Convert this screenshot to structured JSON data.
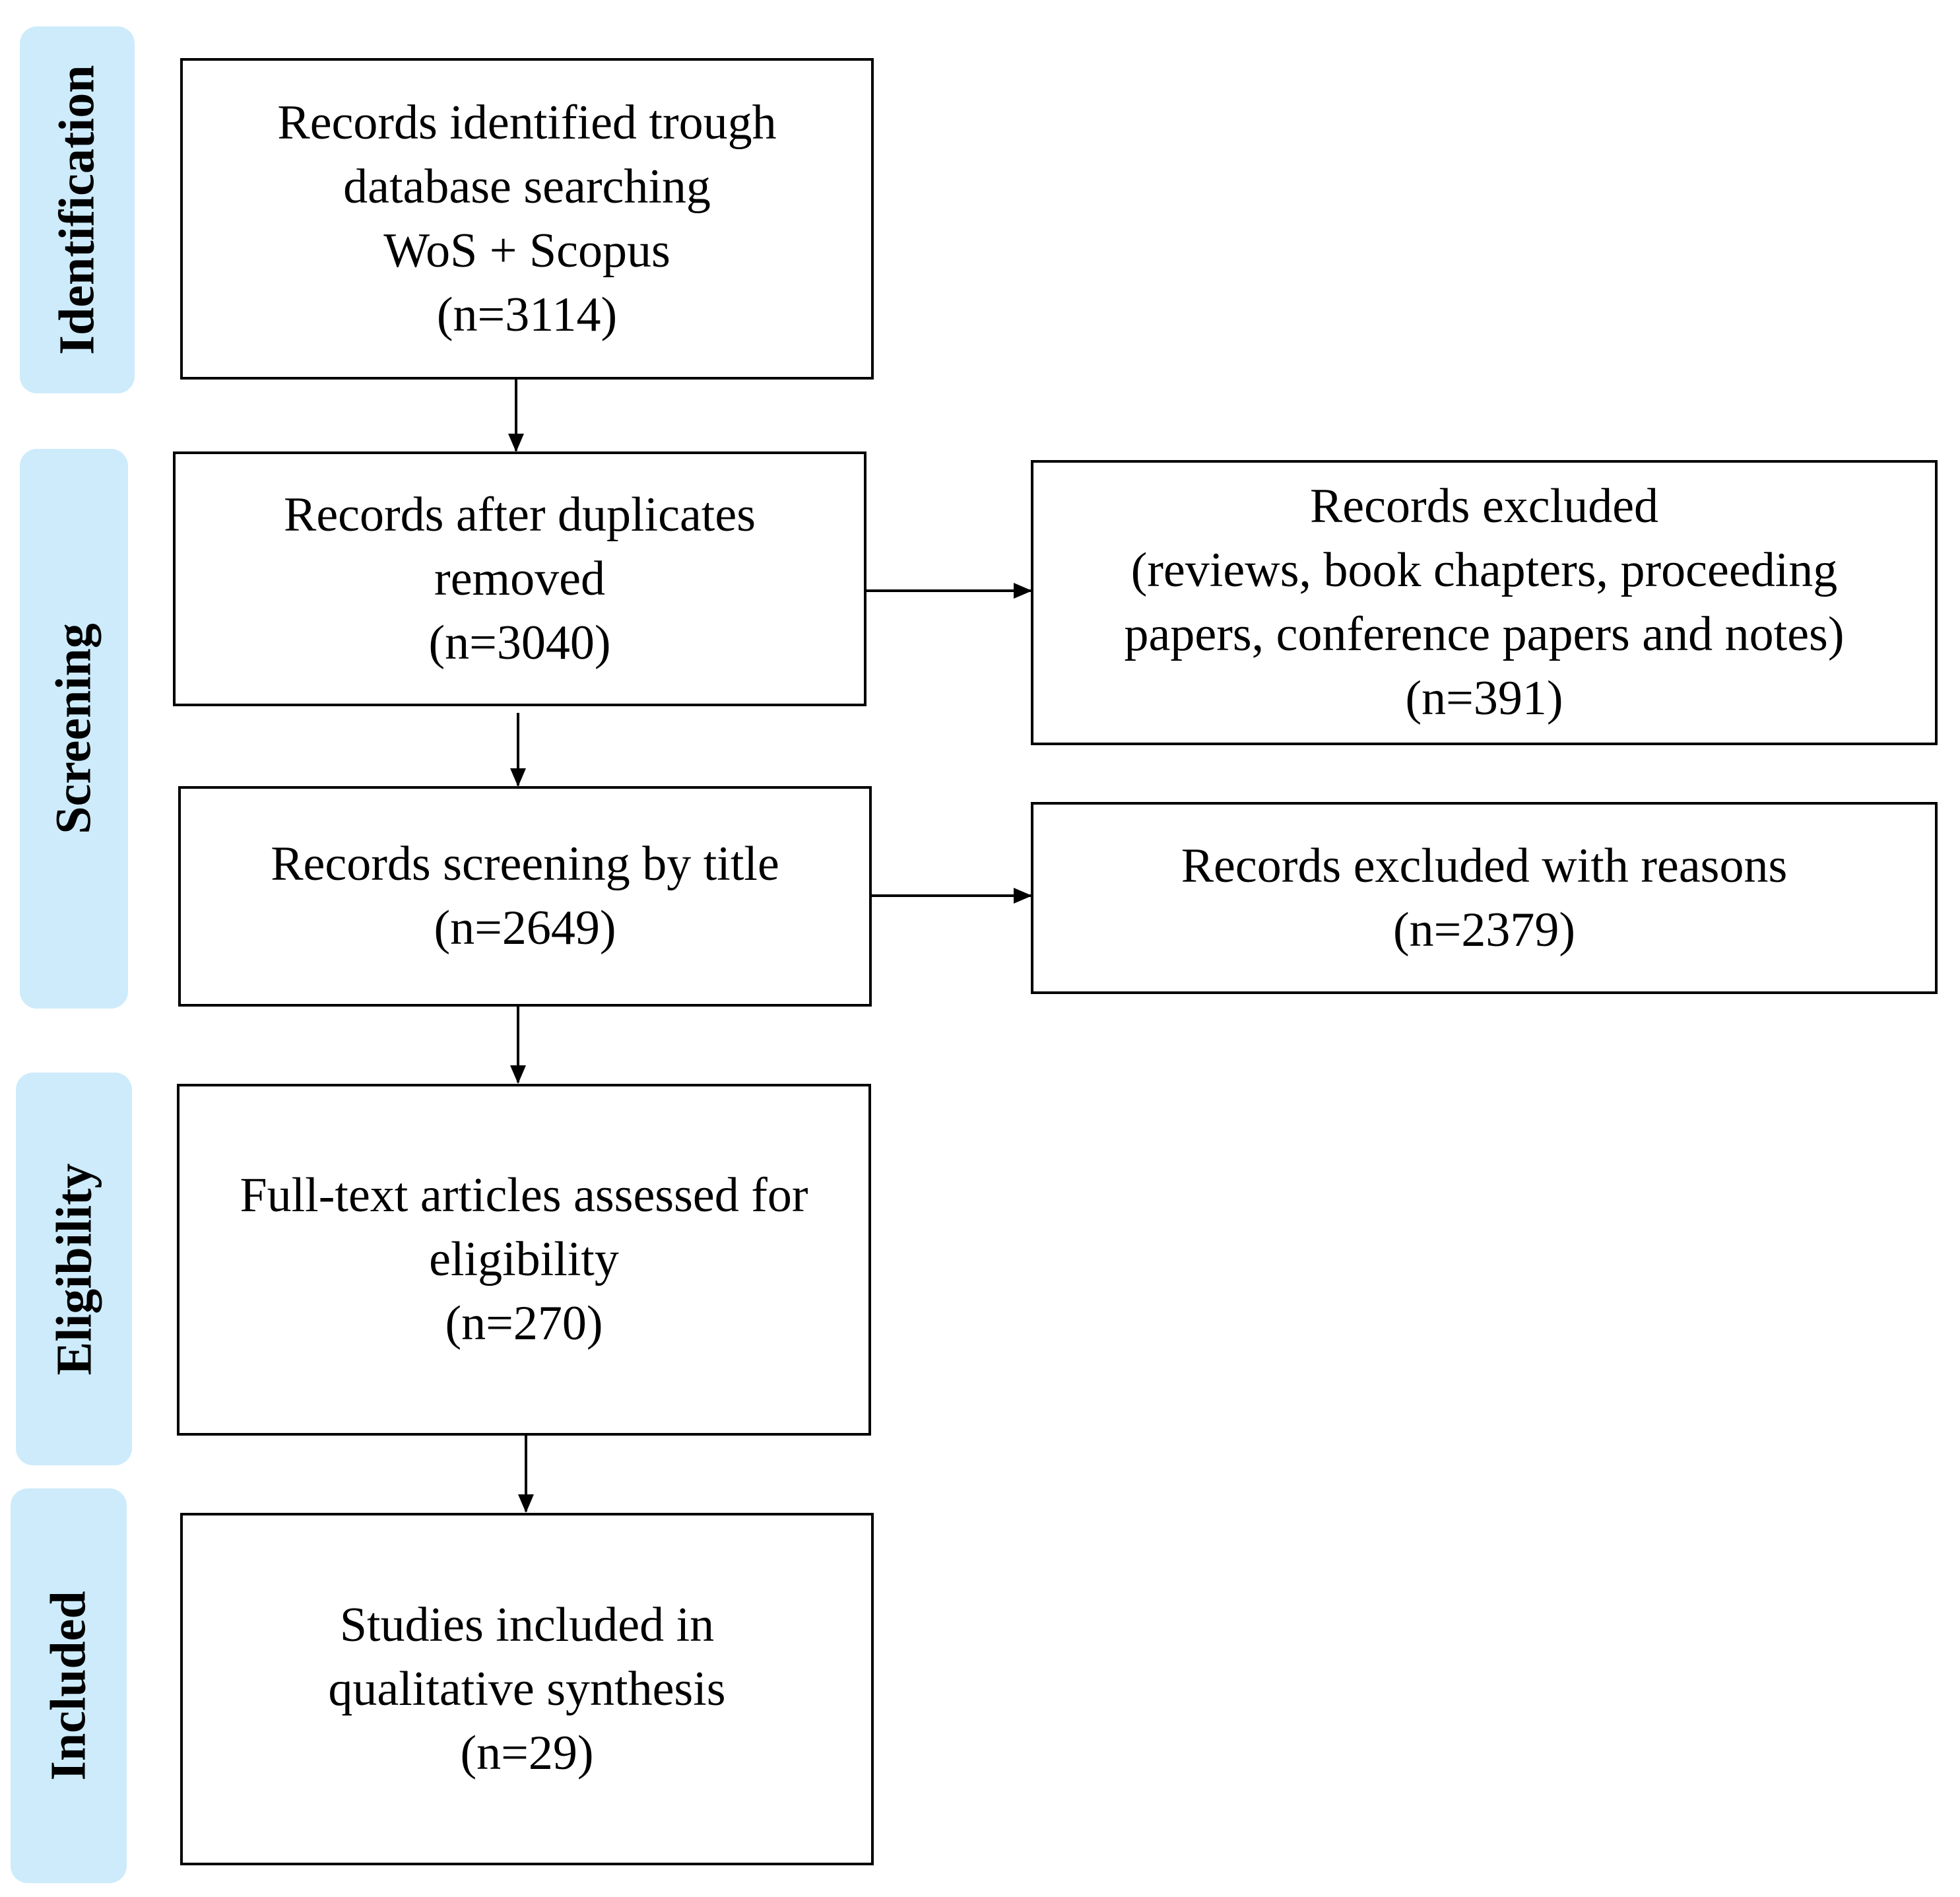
{
  "colors": {
    "phase_fill": "#cdebfb",
    "box_border": "#000000",
    "arrow": "#000000",
    "background": "#ffffff"
  },
  "phases": [
    {
      "id": "identification",
      "label": "Identification"
    },
    {
      "id": "screening",
      "label": "Screening"
    },
    {
      "id": "eligibility",
      "label": "Eligibility"
    },
    {
      "id": "included",
      "label": "Included"
    }
  ],
  "boxes": {
    "identified": {
      "lines": [
        "Records identified trough",
        "database searching",
        "WoS + Scopus",
        "(n=3114)"
      ]
    },
    "after_duplicates": {
      "lines": [
        "Records after duplicates",
        "removed",
        "(n=3040)"
      ]
    },
    "excluded_types": {
      "lines": [
        "Records excluded",
        "(reviews, book chapters, proceeding",
        "papers, conference papers and notes)",
        "(n=391)"
      ]
    },
    "screening_title": {
      "lines": [
        "Records screening by title",
        "(n=2649)"
      ]
    },
    "excluded_reasons": {
      "lines": [
        "Records excluded with reasons",
        "(n=2379)"
      ]
    },
    "full_text": {
      "lines": [
        "Full-text articles assessed for",
        "eligibility",
        "(n=270)"
      ]
    },
    "included": {
      "lines": [
        "Studies included in",
        "qualitative synthesis",
        "(n=29)"
      ]
    }
  }
}
